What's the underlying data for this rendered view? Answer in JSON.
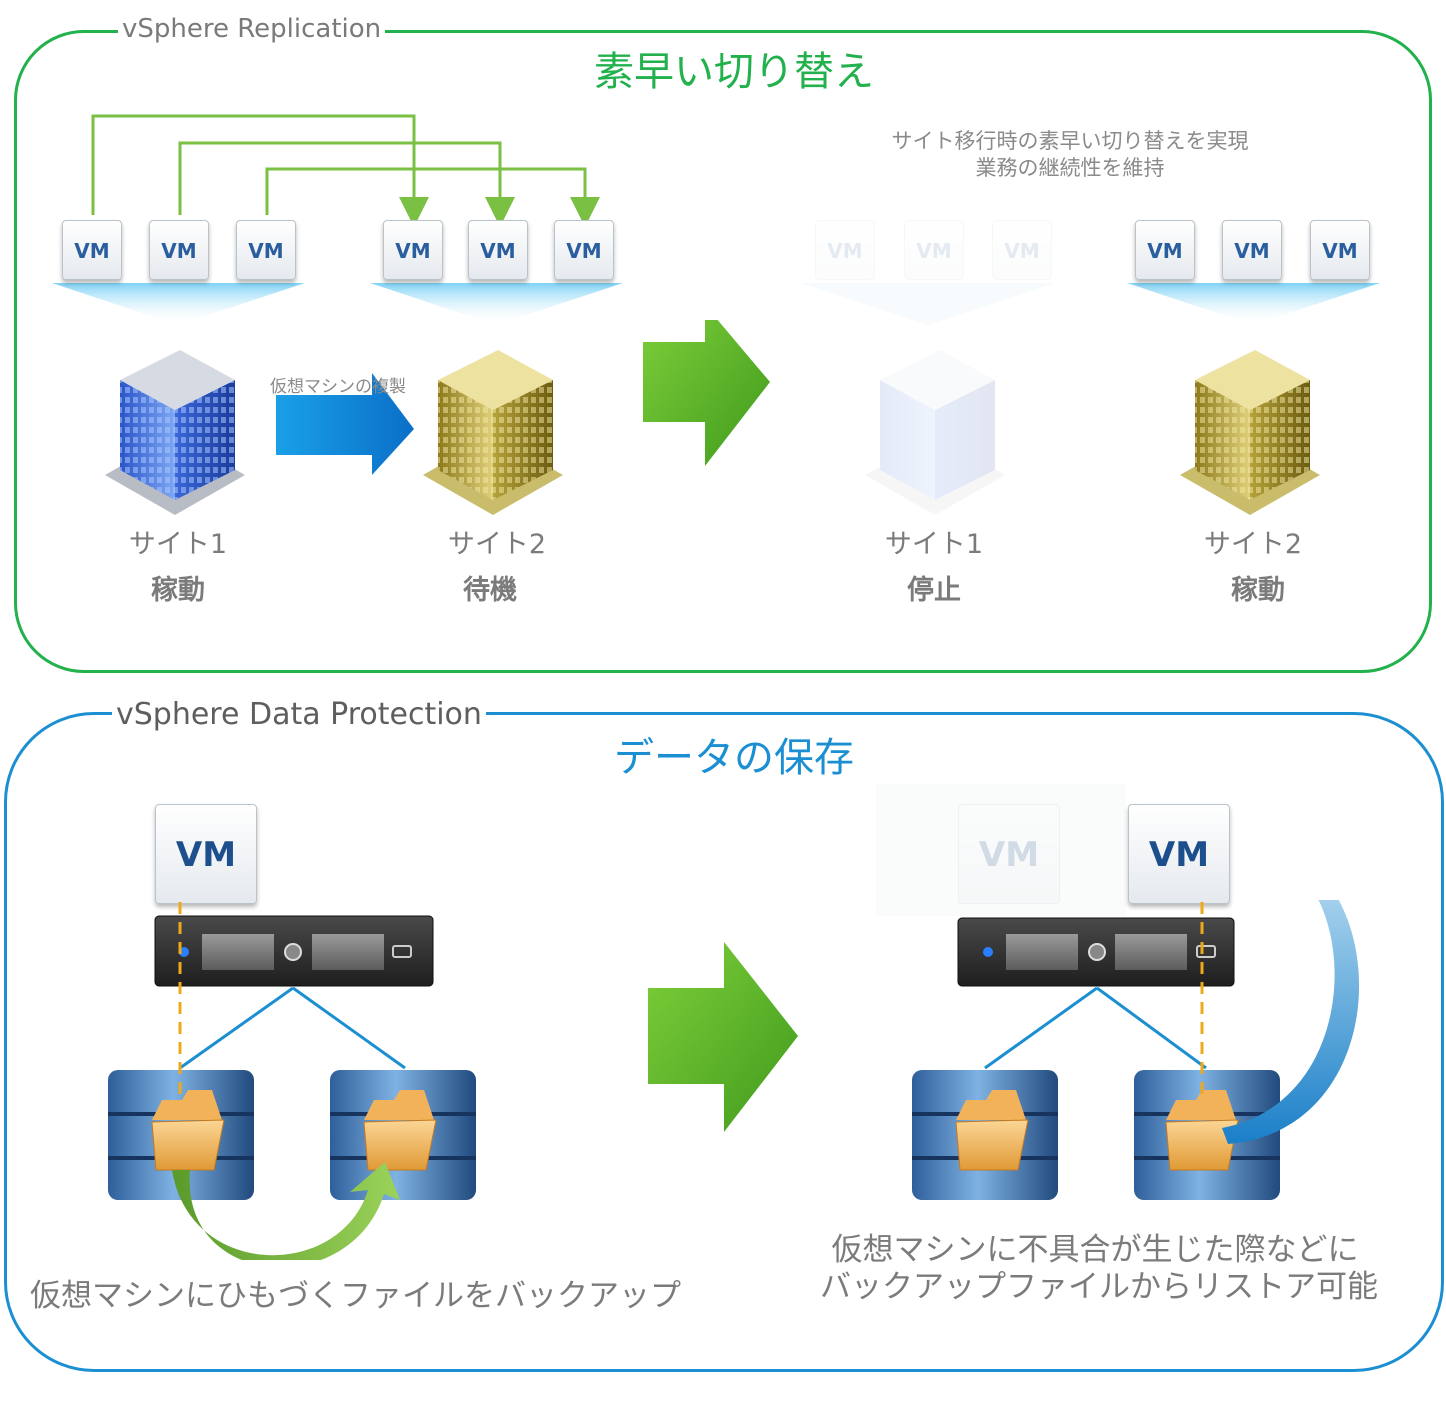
{
  "replication": {
    "panel_label": "vSphere Replication",
    "title": "素早い切り替え",
    "vm_label": "VM",
    "replicate_label": "仮想マシンの複製",
    "caption_line1": "サイト移行時の素早い切り替えを実現",
    "caption_line2": "業務の継続性を維持",
    "before": {
      "site1_name": "サイト1",
      "site1_state": "稼動",
      "site2_name": "サイト2",
      "site2_state": "待機"
    },
    "after": {
      "site1_name": "サイト1",
      "site1_state": "停止",
      "site2_name": "サイト2",
      "site2_state": "稼動"
    }
  },
  "data_protection": {
    "panel_label": "vSphere Data Protection",
    "title": "データの保存",
    "vm_label": "VM",
    "backup_caption": "仮想マシンにひもづくファイルをバックアップ",
    "restore_caption_line1": "仮想マシンに不具合が生じた際などに",
    "restore_caption_line2": "バックアップファイルからリストア可能"
  },
  "colors": {
    "replication_accent": "#22b14c",
    "protection_accent": "#1b8fd2",
    "arrow_green": "#5cb82a",
    "arrow_blue": "#1aa0e8"
  }
}
